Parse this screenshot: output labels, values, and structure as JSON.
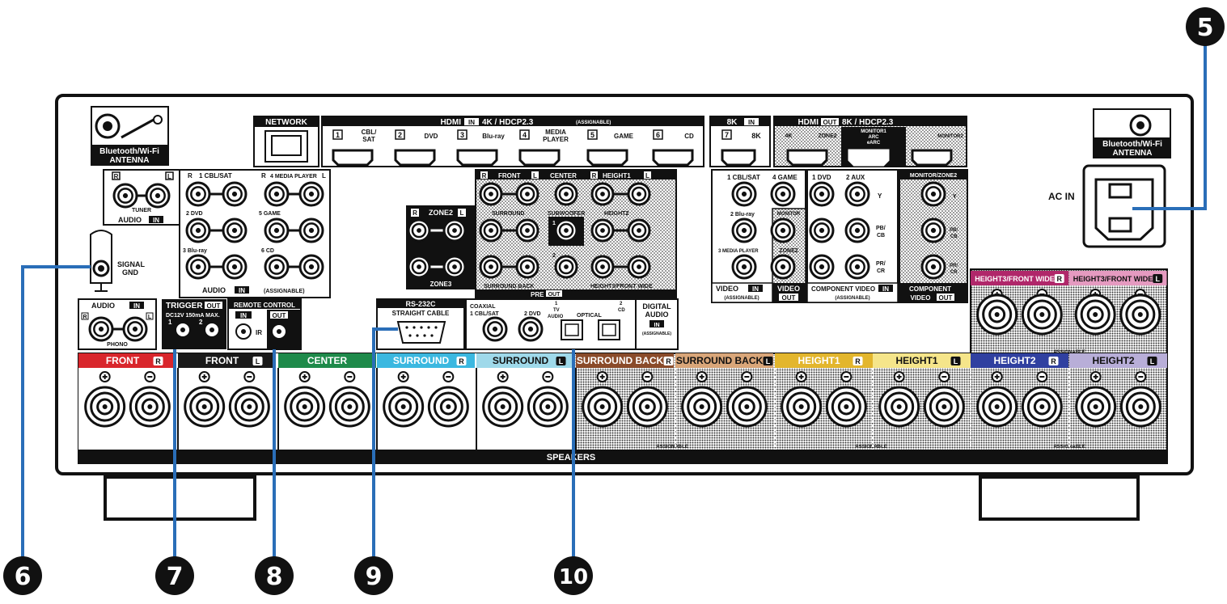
{
  "callouts": [
    "5",
    "6",
    "7",
    "8",
    "9",
    "10"
  ],
  "antenna": {
    "line1": "Bluetooth/Wi-Fi",
    "line2": "ANTENNA"
  },
  "network": "NETWORK",
  "hdmi_in": {
    "title": "HDMI",
    "badge": "IN",
    "spec": "4K / HDCP2.3",
    "assign": "(ASSIGNABLE)",
    "inputs": [
      {
        "n": "1",
        "name": "CBL/\nSAT"
      },
      {
        "n": "2",
        "name": "DVD"
      },
      {
        "n": "3",
        "name": "Blu-ray"
      },
      {
        "n": "4",
        "name": "MEDIA\nPLAYER"
      },
      {
        "n": "5",
        "name": "GAME"
      },
      {
        "n": "6",
        "name": "CD"
      }
    ],
    "k8": {
      "title": "8K",
      "badge": "IN",
      "n": "7",
      "name": "8K"
    }
  },
  "hdmi_out": {
    "title": "HDMI",
    "badge": "OUT",
    "spec": "8K / HDCP2.3",
    "ports": [
      "4K",
      "ZONE2",
      "MONITOR1\nARC\neARC",
      "MONITOR2"
    ]
  },
  "ac_in": "AC IN",
  "audio_tuner": {
    "r": "R",
    "l": "L",
    "name": "TUNER",
    "label": "AUDIO",
    "badge": "IN"
  },
  "audio_in": {
    "r": "R",
    "l": "L",
    "labels": [
      "1 CBL/SAT",
      "4 MEDIA PLAYER",
      "2 DVD",
      "5 GAME",
      "3 Blu-ray",
      "6 CD"
    ],
    "label": "AUDIO",
    "badge": "IN",
    "assign": "(ASSIGNABLE)"
  },
  "signal_gnd": "SIGNAL\nGND",
  "phono": {
    "title": "AUDIO",
    "badge": "IN",
    "r": "R",
    "l": "L",
    "name": "PHONO"
  },
  "trigger": {
    "title": "TRIGGER",
    "badge": "OUT",
    "spec": "DC12V 150mA MAX.",
    "j1": "1",
    "j2": "2"
  },
  "remote": {
    "title": "REMOTE CONTROL",
    "in": "IN",
    "out": "OUT",
    "ir": "IR"
  },
  "zone2": {
    "title": "ZONE2",
    "r": "R",
    "l": "L",
    "zone3": "ZONE3"
  },
  "pre_out": {
    "front": "FRONT",
    "center": "CENTER",
    "height1": "HEIGHT1",
    "surround": "SURROUND",
    "subwoofer": "SUBWOOFER",
    "height2": "HEIGHT2",
    "surround_back": "SURROUND BACK",
    "height3": "HEIGHT3/FRONT WIDE",
    "sub1": "1",
    "sub2": "2",
    "title": "PRE",
    "badge": "OUT",
    "r": "R",
    "l": "L"
  },
  "rs232c": {
    "title": "RS-232C",
    "sub": "STRAIGHT CABLE"
  },
  "digital": {
    "coaxial": "COAXIAL",
    "c1": "1 CBL/SAT",
    "c2": "2 DVD",
    "tv": "1\nTV\nAUDIO",
    "optical": "OPTICAL",
    "cd": "2\nCD",
    "title": "DIGITAL\nAUDIO",
    "badge": "IN",
    "assign": "(ASSIGNABLE)"
  },
  "video": {
    "cbl": "1 CBL/SAT",
    "game": "4 GAME",
    "bluray": "2 Blu-ray",
    "monitor": "MONITOR",
    "media": "3 MEDIA PLAYER",
    "zone2": "ZONE2",
    "title": "VIDEO",
    "badge": "IN",
    "assign": "(ASSIGNABLE)",
    "out_title": "VIDEO",
    "out_badge": "OUT"
  },
  "component_in": {
    "dvd": "1 DVD",
    "aux": "2 AUX",
    "y": "Y",
    "pb": "PB/\nCB",
    "pr": "PR/\nCR",
    "title": "COMPONENT VIDEO",
    "badge": "IN",
    "assign": "(ASSIGNABLE)"
  },
  "component_out": {
    "monitor": "MONITOR/ZONE2",
    "y": "Y",
    "pb": "PB/\nCB",
    "pr": "PR/\nCR",
    "title": "COMPONENT\nVIDEO",
    "badge": "OUT"
  },
  "speakers": {
    "title": "SPEAKERS",
    "assignable": "ASSIGNABLE",
    "channels": [
      {
        "name": "FRONT",
        "ch": "R",
        "color": "#d9262c"
      },
      {
        "name": "FRONT",
        "ch": "L",
        "color": "#1a1a1a"
      },
      {
        "name": "CENTER",
        "ch": "",
        "color": "#1e8a4a"
      },
      {
        "name": "SURROUND",
        "ch": "R",
        "color": "#3bb8e0"
      },
      {
        "name": "SURROUND",
        "ch": "L",
        "color": "#9fd9ea"
      },
      {
        "name": "SURROUND BACK",
        "ch": "R",
        "color": "#8a4b2a"
      },
      {
        "name": "SURROUND BACK",
        "ch": "L",
        "color": "#d9a679"
      },
      {
        "name": "HEIGHT1",
        "ch": "R",
        "color": "#e3b62d"
      },
      {
        "name": "HEIGHT1",
        "ch": "L",
        "color": "#f5e58a"
      },
      {
        "name": "HEIGHT2",
        "ch": "R",
        "color": "#3040a0"
      },
      {
        "name": "HEIGHT2",
        "ch": "L",
        "color": "#b8aed8"
      }
    ],
    "height3": [
      {
        "name": "HEIGHT3/FRONT WIDE",
        "ch": "R",
        "color": "#b0276a"
      },
      {
        "name": "HEIGHT3/FRONT WIDE",
        "ch": "L",
        "color": "#e59ac0"
      }
    ]
  }
}
